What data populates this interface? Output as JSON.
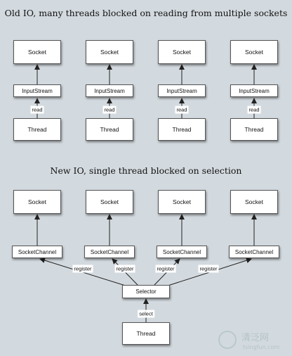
{
  "top_title": "Old IO, many threads blocked on reading from multiple sockets",
  "bottom_title": "New IO, single thread blocked on selection",
  "old_io": {
    "columns": [
      {
        "socket": "Socket",
        "stream": "InputStream",
        "edge": "read",
        "thread": "Thread"
      },
      {
        "socket": "Socket",
        "stream": "InputStream",
        "edge": "read",
        "thread": "Thread"
      },
      {
        "socket": "Socket",
        "stream": "InputStream",
        "edge": "read",
        "thread": "Thread"
      },
      {
        "socket": "Socket",
        "stream": "InputStream",
        "edge": "read",
        "thread": "Thread"
      }
    ]
  },
  "new_io": {
    "columns": [
      {
        "socket": "Socket",
        "channel": "SocketChannel",
        "edge": "register"
      },
      {
        "socket": "Socket",
        "channel": "SocketChannel",
        "edge": "register"
      },
      {
        "socket": "Socket",
        "channel": "SocketChannel",
        "edge": "register"
      },
      {
        "socket": "Socket",
        "channel": "SocketChannel",
        "edge": "register"
      }
    ],
    "selector": "Selector",
    "select_edge": "select",
    "thread": "Thread"
  },
  "watermark": {
    "brand": "清泛网",
    "url": "tsingfun.com"
  },
  "colors": {
    "background": "#d3dadf",
    "box": "#ffffff",
    "stroke": "#222222"
  }
}
